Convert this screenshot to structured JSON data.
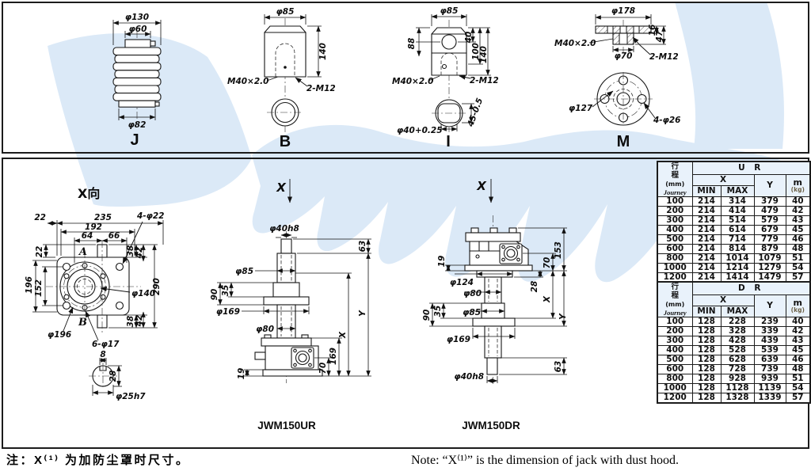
{
  "notes": {
    "zh": "注：X⁽¹⁾ 为加防尘罩时尺寸。",
    "en": "Note: “X⁽¹⁾” is the dimension of jack with dust hood."
  },
  "drawings": {
    "j": {
      "label": "J",
      "d130": "φ130",
      "d60": "φ60",
      "d82": "φ82"
    },
    "b": {
      "label": "B",
      "d85": "φ85",
      "h140": "140",
      "thread": "M40×2.0",
      "bolt": "2-M12"
    },
    "i": {
      "label": "I",
      "d85": "φ85",
      "h88": "88",
      "h40": "40",
      "h100": "100",
      "h140": "140",
      "thread": "M40×2.0",
      "bolt": "2-M12",
      "w45": "45-0.5",
      "d40": "φ40+0.25"
    },
    "m": {
      "label": "M",
      "d178": "φ178",
      "t16": "16",
      "t47": "47",
      "thread": "M40×2.0",
      "d70": "φ70",
      "bolt": "2-M12",
      "d127": "φ127",
      "holes": "4-φ26"
    },
    "xv": {
      "title": "X向",
      "w235": "235",
      "w192": "192",
      "w64": "64",
      "w66": "66",
      "w22a": "22",
      "w22b": "22",
      "h196": "196",
      "h152": "152",
      "h290": "290",
      "t38a": "38",
      "t42a": "42",
      "t38b": "38",
      "t42b": "42",
      "corner": "4-φ22",
      "d140": "φ140",
      "d196": "φ196",
      "small": "6-φ17",
      "a": "A",
      "b": "B",
      "k8": "8",
      "k28": "28",
      "shaft": "φ25h7"
    },
    "ur": {
      "title": "JWM150UR",
      "view": "X",
      "d40h8": "φ40h8",
      "l63": "63",
      "d85": "φ85",
      "l90": "90",
      "l35": "35",
      "d169": "φ169",
      "d80": "φ80",
      "yy": "Y",
      "xx": "X",
      "l169": "169",
      "l70": "70",
      "l19": "19"
    },
    "dr": {
      "title": "JWM150DR",
      "view": "X",
      "l19": "19",
      "l153": "153",
      "l70": "70",
      "d124": "φ124",
      "l28": "28",
      "d80": "φ80",
      "xx": "X",
      "d85": "φ85",
      "l90": "90",
      "l35": "35",
      "yy": "Y",
      "d169": "φ169",
      "l63": "63",
      "d40h8": "φ40h8"
    }
  },
  "tables": {
    "ur": {
      "title": "U R",
      "zh1": "行",
      "zh2": "程",
      "mm": "(mm)",
      "journey": "Journey",
      "x": "X",
      "min": "MIN",
      "max": "MAX",
      "y": "Y",
      "m": "m",
      "kg": "(kg)",
      "rows": [
        [
          "100",
          "214",
          "314",
          "379",
          "40"
        ],
        [
          "200",
          "214",
          "414",
          "479",
          "42"
        ],
        [
          "300",
          "214",
          "514",
          "579",
          "43"
        ],
        [
          "400",
          "214",
          "614",
          "679",
          "45"
        ],
        [
          "500",
          "214",
          "714",
          "779",
          "46"
        ],
        [
          "600",
          "214",
          "814",
          "879",
          "48"
        ],
        [
          "800",
          "214",
          "1014",
          "1079",
          "51"
        ],
        [
          "1000",
          "214",
          "1214",
          "1279",
          "54"
        ],
        [
          "1200",
          "214",
          "1414",
          "1479",
          "57"
        ]
      ]
    },
    "dr": {
      "title": "D R",
      "zh1": "行",
      "zh2": "程",
      "mm": "(mm)",
      "journey": "Journey",
      "x": "X",
      "min": "MIN",
      "max": "MAX",
      "y": "Y",
      "m": "m",
      "kg": "(kg)",
      "rows": [
        [
          "100",
          "128",
          "228",
          "239",
          "40"
        ],
        [
          "200",
          "128",
          "328",
          "339",
          "42"
        ],
        [
          "300",
          "128",
          "428",
          "439",
          "43"
        ],
        [
          "400",
          "128",
          "528",
          "539",
          "45"
        ],
        [
          "500",
          "128",
          "628",
          "639",
          "46"
        ],
        [
          "600",
          "128",
          "728",
          "739",
          "48"
        ],
        [
          "800",
          "128",
          "928",
          "939",
          "51"
        ],
        [
          "1000",
          "128",
          "1128",
          "1139",
          "54"
        ],
        [
          "1200",
          "128",
          "1328",
          "1339",
          "57"
        ]
      ]
    }
  },
  "colors": {
    "watermark": "#dbe9f7",
    "line": "#161616",
    "header_tint": "#e9f2fb"
  }
}
